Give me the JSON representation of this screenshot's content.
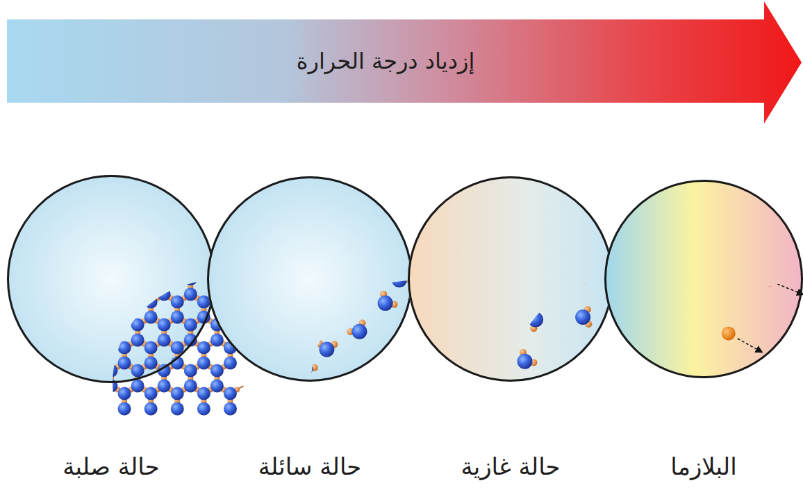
{
  "diagram": {
    "nodes": [
      {
        "text": [
          "إزدياد درجة الحرارة"
        ]
      },
      {
        "text": [
          "حالة صلبة"
        ]
      },
      {
        "text": [
          "حالة سائلة"
        ]
      },
      {
        "text": [
          "حالة غازية"
        ]
      },
      {
        "text": [
          "البلازما"
        ]
      }
    ]
  }
}
